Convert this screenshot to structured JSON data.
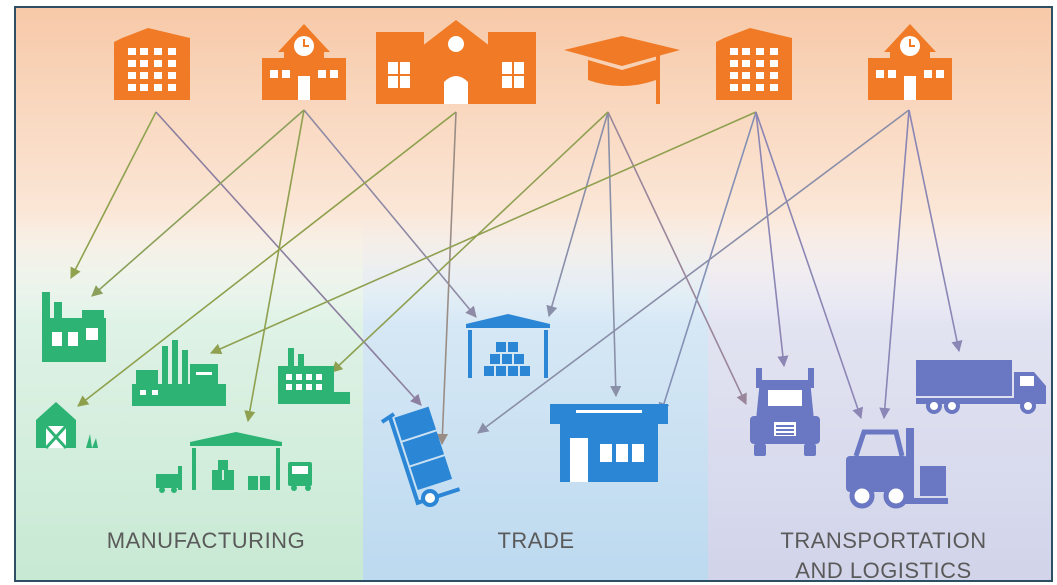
{
  "sectors": [
    {
      "id": "mfg",
      "label": "MANUFACTURING"
    },
    {
      "id": "trade",
      "label": "TRADE"
    },
    {
      "id": "trans",
      "label": "TRANSPORTATION\nAND LOGISTICS"
    }
  ],
  "colors": {
    "institution": "#f07a25",
    "manufacturing": "#2db373",
    "trade": "#2b86d6",
    "transport": "#6a77c2",
    "border": "#2d4f63"
  },
  "icons": {
    "sources": [
      "office-building-icon",
      "clock-school-icon",
      "large-school-icon",
      "graduation-cap-icon",
      "office-building-icon",
      "clock-school-icon"
    ],
    "manufacturing": [
      "factory-icon",
      "power-plant-icon",
      "factory-small-icon",
      "barn-icon",
      "warehouse-forklift-icon"
    ],
    "trade": [
      "warehouse-boxes-icon",
      "hand-truck-icon",
      "storefront-icon"
    ],
    "transport": [
      "semi-truck-icon",
      "forklift-icon",
      "box-truck-icon"
    ]
  }
}
